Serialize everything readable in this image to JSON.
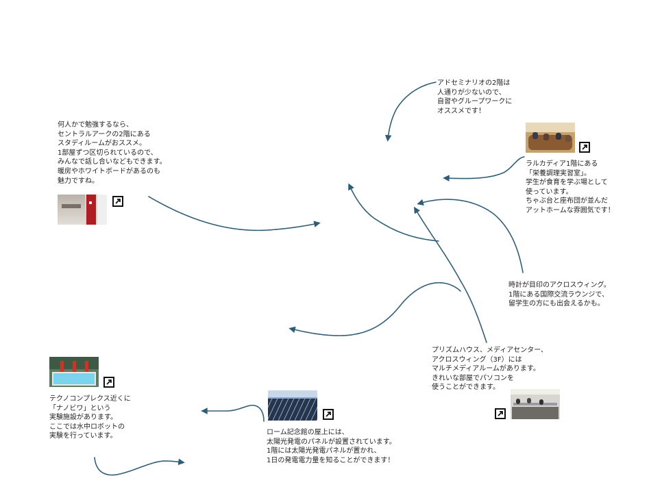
{
  "notes": {
    "study_room": [
      "何人かで勉強するなら、",
      "セントラルアークの2階にある",
      "スタディルームがおススメ。",
      "1部屋ずつ区切られているので、",
      "みんなで話し合いなどもできます。",
      "暖房やホワイトボードがあるのも",
      "魅力ですね。"
    ],
    "adseminario": [
      "アドセミナリオの2階は",
      "人通りが少ないので、",
      "自習やグループワークに",
      "オススメです！"
    ],
    "larcadia": [
      "ラルカディア1階にある",
      "「栄養調理実習室」。",
      "学生が食育を学ぶ場として",
      "使っています。",
      "ちゃぶ台と座布団が並んだ",
      "アットホームな雰囲気です！"
    ],
    "across_wing": [
      "時計が目印のアクロスウィング。",
      "1階にある国際交流ラウンジで、",
      "留学生の方にも出会えるかも。"
    ],
    "media_room": [
      "プリズムハウス、メディアセンター、",
      "アクロスウィング（3F）には",
      "マルチメディアルームがあります。",
      "きれいな部屋でパソコンを",
      "使うことができます。"
    ],
    "solar": [
      "ローム記念館の屋上には、",
      "太陽光発電のパネルが設置されています。",
      "1階には太陽光発電パネルが置かれ、",
      "1日の発電電力量を知ることができます！"
    ],
    "nanobiwa": [
      "テクノコンプレクス近くに",
      "「ナノビワ」という",
      "実験施設があります。",
      "ここでは水中ロボットの",
      "実験を行っています。"
    ]
  },
  "icons": {
    "external_link": "external-link-icon"
  },
  "colors": {
    "arrow": "#2f5d78",
    "text": "#222222"
  }
}
